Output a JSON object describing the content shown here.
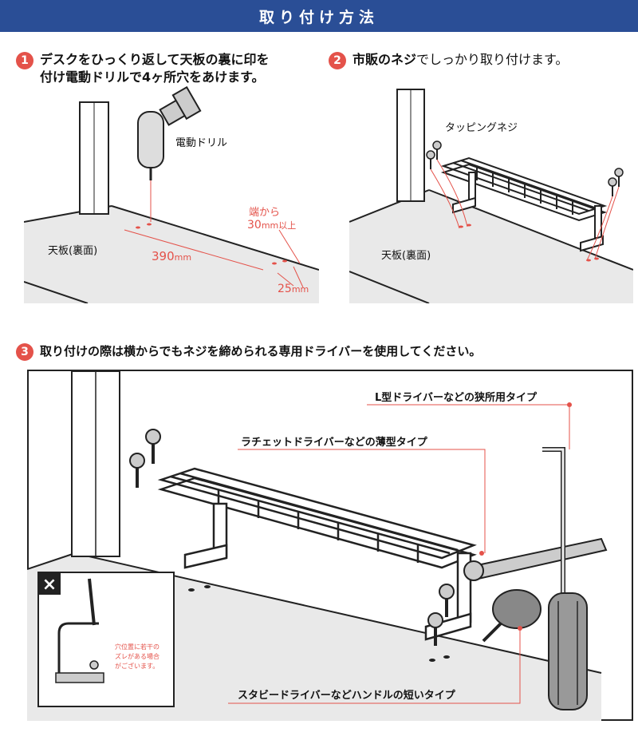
{
  "header": {
    "title": "取り付け方法"
  },
  "steps": [
    {
      "number": "1",
      "line1": "デスクをひっくり返して天板の裏に印を",
      "line2": "付け電動ドリルで4ヶ所穴をあけます。"
    },
    {
      "number": "2",
      "bold": "市販のネジ",
      "rest": "でしっかり取り付けます。"
    },
    {
      "number": "3",
      "text": "取り付けの際は横からでもネジを締められる専用ドライバーを使用してください。"
    }
  ],
  "panel1": {
    "drill_label": "電動ドリル",
    "edge_label_1": "端から",
    "edge_label_2": "30",
    "edge_label_unit": "mm以上",
    "board_label": "天板(裏面)",
    "dim_390": "390",
    "dim_390_unit": "mm",
    "dim_25": "25",
    "dim_25_unit": "mm"
  },
  "panel2": {
    "screw_label": "タッピングネジ",
    "board_label": "天板(裏面)"
  },
  "panel3": {
    "l_driver": "L型ドライバーなどの狭所用タイプ",
    "ratchet": "ラチェットドライバーなどの薄型タイプ",
    "stubby": "スタビードライバーなどハンドルの短いタイプ",
    "ng_mark": "×",
    "ng_note_1": "穴位置に若干の",
    "ng_note_2": "ズレがある場合",
    "ng_note_3": "がございます。"
  },
  "colors": {
    "header_bg": "#2a4e96",
    "badge": "#e4524a",
    "accent_red": "#e4524a",
    "gray_board": "#e9e9e9"
  }
}
